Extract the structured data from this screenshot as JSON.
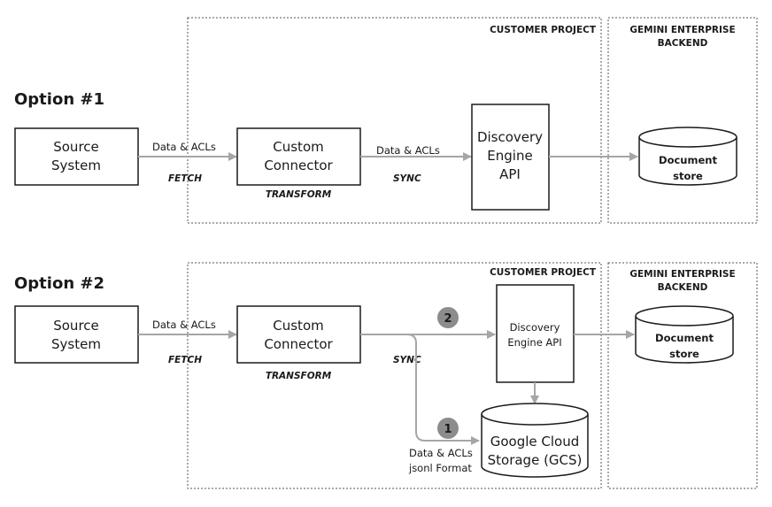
{
  "option1": {
    "title": "Option #1",
    "zone_customer": "CUSTOMER PROJECT",
    "zone_backend_line1": "GEMINI ENTERPRISE",
    "zone_backend_line2": "BACKEND",
    "source_line1": "Source",
    "source_line2": "System",
    "connector_line1": "Custom",
    "connector_line2": "Connector",
    "api_line1": "Discovery",
    "api_line2": "Engine",
    "api_line3": "API",
    "store_line1": "Document",
    "store_line2": "store",
    "arrow1_label": "Data & ACLs",
    "arrow1_tag": "FETCH",
    "connector_tag": "TRANSFORM",
    "arrow2_label": "Data & ACLs",
    "arrow2_tag": "SYNC"
  },
  "option2": {
    "title": "Option #2",
    "zone_customer": "CUSTOMER PROJECT",
    "zone_backend_line1": "GEMINI ENTERPRISE",
    "zone_backend_line2": "BACKEND",
    "source_line1": "Source",
    "source_line2": "System",
    "connector_line1": "Custom",
    "connector_line2": "Connector",
    "api_line1": "Discovery",
    "api_line2": "Engine API",
    "store_line1": "Document",
    "store_line2": "store",
    "gcs_line1": "Google Cloud",
    "gcs_line2": "Storage (GCS)",
    "arrow1_label": "Data & ACLs",
    "arrow1_tag": "FETCH",
    "connector_tag": "TRANSFORM",
    "sync_tag": "SYNC",
    "badge_api": "2",
    "badge_gcs": "1",
    "gcs_label_line1": "Data & ACLs",
    "gcs_label_line2": "jsonl Format"
  }
}
